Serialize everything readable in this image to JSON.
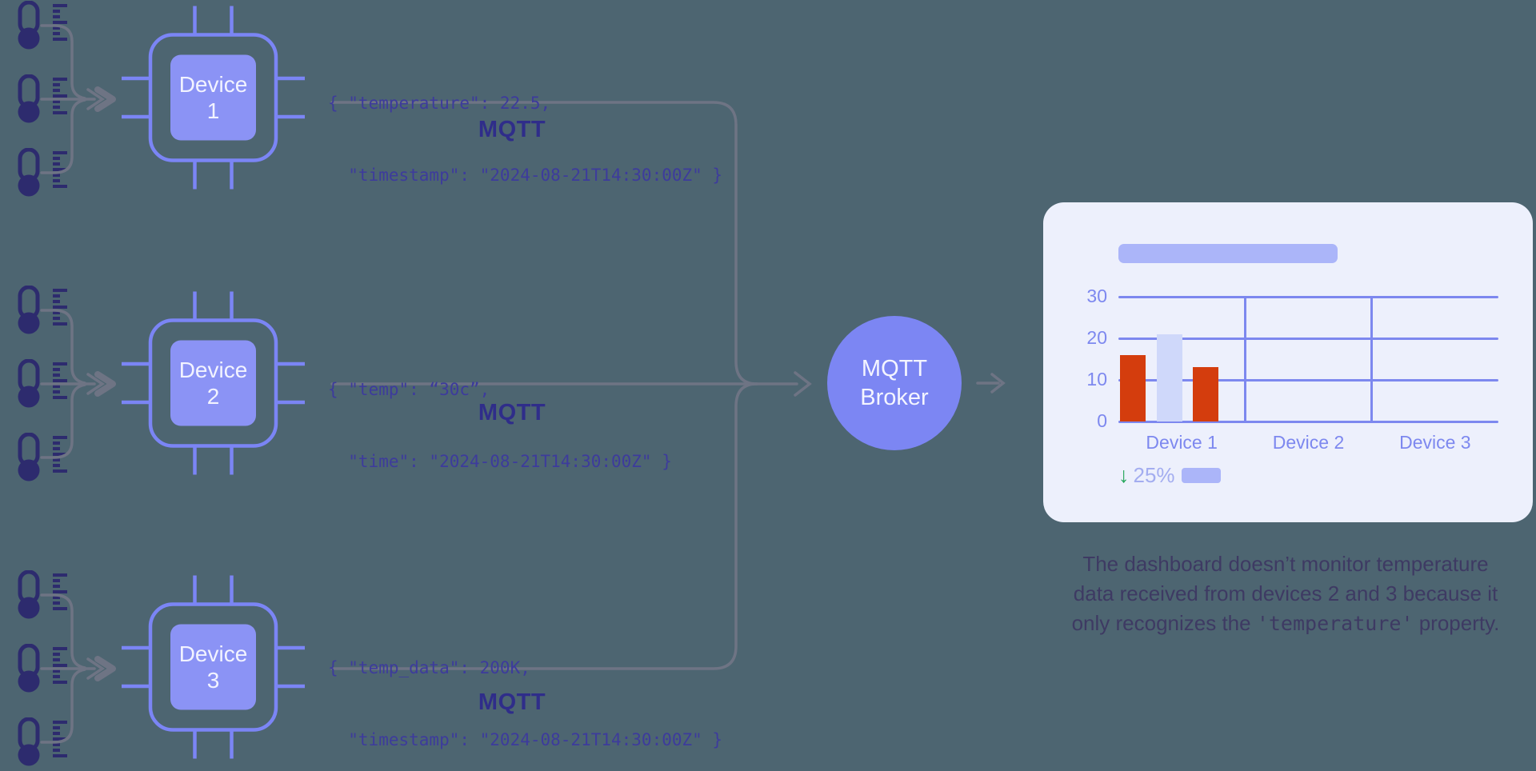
{
  "devices": [
    {
      "name": "Device 1",
      "label_line1": "Device",
      "label_line2": "1",
      "payload_line1": "{ \"temperature\": 22.5,",
      "payload_line2": "  \"timestamp\": \"2024-08-21T14:30:00Z\" }",
      "protocol_label": "MQTT"
    },
    {
      "name": "Device 2",
      "label_line1": "Device",
      "label_line2": "2",
      "payload_line1": "{ \"temp\": “30c”,",
      "payload_line2": "  \"time\": \"2024-08-21T14:30:00Z\" }",
      "protocol_label": "MQTT"
    },
    {
      "name": "Device 3",
      "label_line1": "Device",
      "label_line2": "3",
      "payload_line1": "{ \"temp_data\": 200K,",
      "payload_line2": "  \"timestamp\": \"2024-08-21T14:30:00Z\" }",
      "protocol_label": "MQTT"
    }
  ],
  "broker": {
    "label_line1": "MQTT",
    "label_line2": "Broker"
  },
  "dashboard": {
    "stat": {
      "arrow": "↓",
      "value": "25%"
    }
  },
  "chart_data": {
    "type": "bar",
    "title": "",
    "categories": [
      "Device 1",
      "Device 2",
      "Device 3"
    ],
    "bars": [
      {
        "category": "Device 1",
        "value": 16,
        "color": "#d43d0d"
      },
      {
        "category": "Device 1",
        "value": 21,
        "color": "#cfd8fa"
      },
      {
        "category": "Device 1",
        "value": 13,
        "color": "#d43d0d"
      }
    ],
    "ylim": [
      0,
      30
    ],
    "yticks": [
      0,
      10,
      20,
      30
    ],
    "grid": true,
    "legend": null,
    "note": "Only Device 1 has bars; Device 2 and Device 3 columns are empty"
  },
  "caption": {
    "line1": "The dashboard doesn’t monitor temperature",
    "line2": "data received from devices 2 and 3 because it",
    "line3_prefix": "only recognizes the ",
    "line3_code": "'temperature'",
    "line3_suffix": " property."
  },
  "colors": {
    "background": "#4d6571",
    "periwinkle_stroke": "#7b85f5",
    "chip_fill": "#8b93f5",
    "broker_fill": "#7c86f3",
    "thermometer_navy": "#2d2b6e",
    "connector_gray": "#6e7484",
    "json_text": "#3d3b9c",
    "mqtt_label": "#2f2d8a",
    "card_bg": "#edf0fc",
    "chart_line": "#7d88ef",
    "bar_red": "#d43d0d",
    "bar_lavender": "#cfd8fa",
    "skeleton": "#abb5f9",
    "stat_text": "#a3adf0",
    "stat_green": "#25a65b",
    "caption_text": "#3e3a63"
  }
}
